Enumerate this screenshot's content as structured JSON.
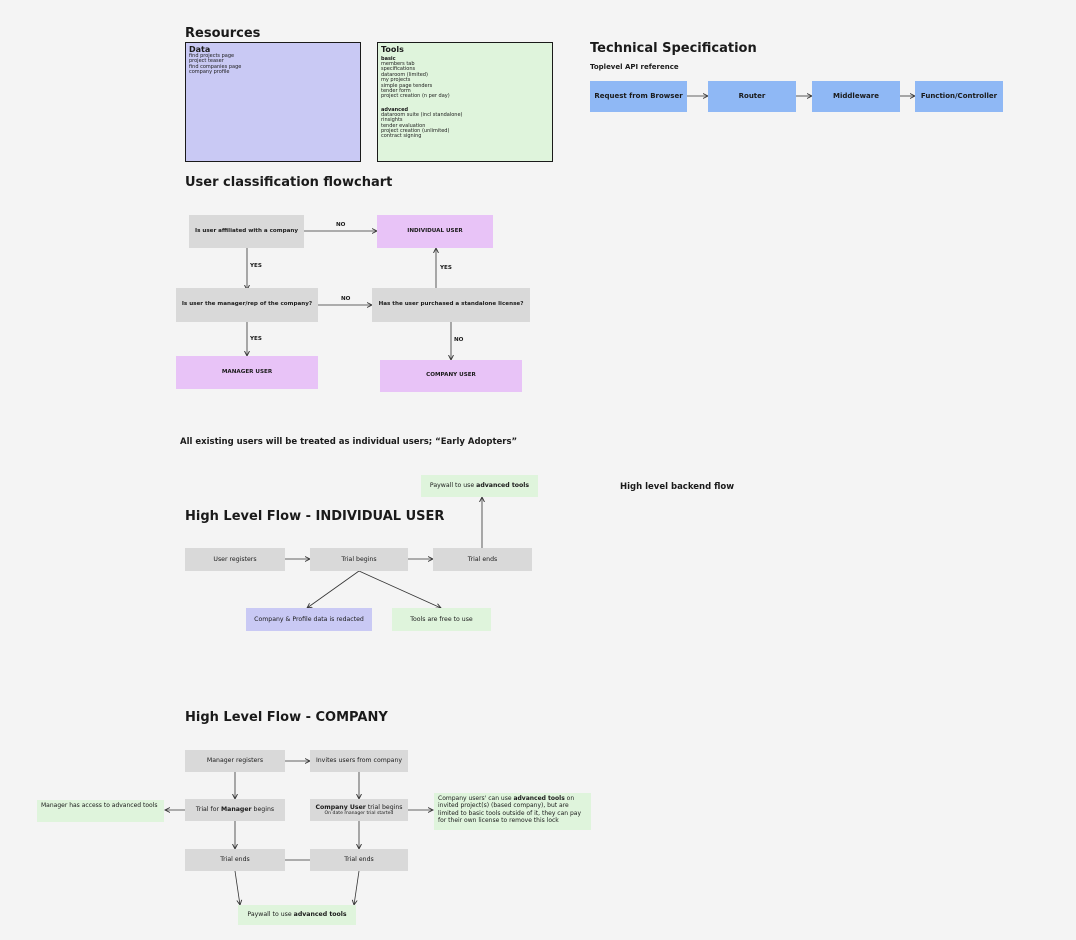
{
  "resources": {
    "title": "Resources",
    "data": {
      "title": "Data",
      "items": [
        "find projects page",
        "project teaser",
        "find companies page",
        "company profile"
      ]
    },
    "tools": {
      "title": "Tools",
      "basic_label": "basic",
      "basic_items": [
        "members tab",
        "specifications",
        "dataroom (limited)",
        "my projects",
        "simple page tenders",
        "tender form",
        "project creation (n per day)"
      ],
      "advanced_label": "advanced",
      "advanced_items": [
        "dataroom suite (incl standalone)",
        "rinsights",
        "tender evaluation",
        "project creation (unlimited)",
        "contract signing"
      ]
    }
  },
  "tech_spec": {
    "title": "Technical Specification",
    "subtitle": "Toplevel API reference",
    "steps": [
      "Request from Browser",
      "Router",
      "Middleware",
      "Function/Controller"
    ]
  },
  "classification": {
    "title": "User classification flowchart",
    "q_affiliated": "Is user affiliated with a company",
    "q_manager": "Is user the manager/rep of the company?",
    "q_license": "Has the user purchased a standalone license?",
    "individual": "INDIVIDUAL USER",
    "manager": "MANAGER USER",
    "company": "COMPANY USER",
    "yes": "YES",
    "no": "NO"
  },
  "early_adopters_note": "All existing users will be treated as individual users; “Early Adopters”",
  "backend_title": "High level backend flow",
  "individual_flow": {
    "title": "High Level Flow - INDIVIDUAL USER",
    "registers": "User registers",
    "trial_begins": "Trial begins",
    "trial_ends": "Trial ends",
    "paywall_prefix": "Paywall to use ",
    "paywall_bold": "advanced tools",
    "redacted": "Company & Profile data is redacted",
    "free_tools": "Tools are free to use"
  },
  "company_flow": {
    "title": "High Level Flow - COMPANY",
    "manager_registers": "Manager registers",
    "invites": "Invites users from company",
    "trial_prefix": "Trial for ",
    "trial_bold": "Manager",
    "trial_suffix": " begins",
    "cu_bold": "Company User",
    "cu_suffix": " trial begins",
    "cu_sub": "On date manager trial started",
    "trial_ends": "Trial ends",
    "paywall_prefix": "Paywall to use ",
    "paywall_bold": "advanced tools",
    "manager_note": "Manager has access to advanced tools",
    "cu_note_prefix": "Company users' can use ",
    "cu_note_bold": "advanced tools",
    "cu_note_suffix": " on invited project(s) (based company), but are limited to basic tools outside of it, they can pay for their own license to remove this lock"
  },
  "colors": {
    "gray": "#d9d9d9",
    "purple": "#e8c3f7",
    "lavender": "#c9c9f4",
    "green": "#dff4dc",
    "blue": "#8fb8f5",
    "background": "#f4f4f4"
  }
}
